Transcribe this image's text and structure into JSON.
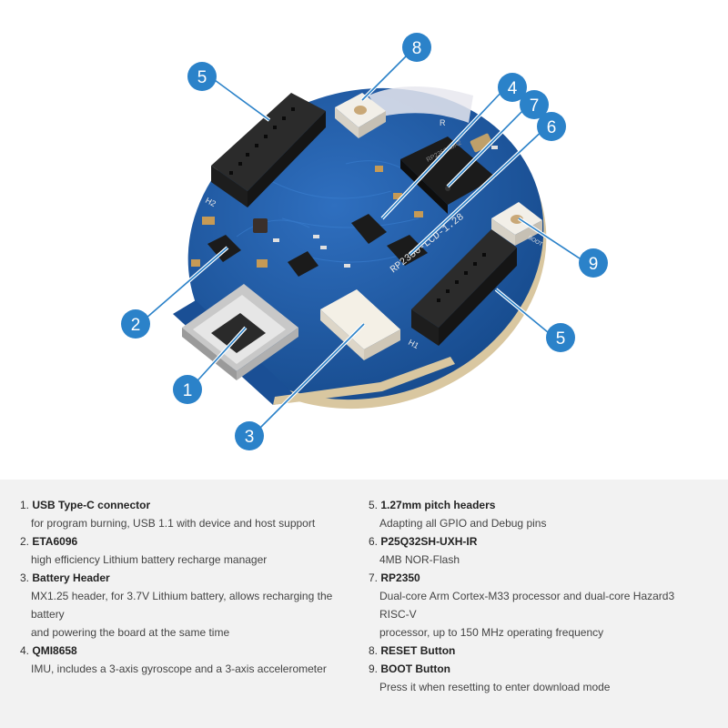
{
  "board": {
    "silkscreen_model": "RP2350-LCD-1.28",
    "silkscreen_h1": "H1",
    "silkscreen_h2": "H2",
    "silkscreen_boot": "BOOT",
    "silkscreen_rst": "R",
    "chip_marking": "RP2350A0A2"
  },
  "callouts": [
    {
      "number": "1"
    },
    {
      "number": "2"
    },
    {
      "number": "3"
    },
    {
      "number": "4"
    },
    {
      "number": "5"
    },
    {
      "number": "5"
    },
    {
      "number": "6"
    },
    {
      "number": "7"
    },
    {
      "number": "8"
    },
    {
      "number": "9"
    }
  ],
  "colors": {
    "callout_badge": "#2b82c9",
    "pcb": "#1f5aa8",
    "header": "#2a2a2a"
  },
  "legend": {
    "left": [
      {
        "num": "1.",
        "title": "USB Type-C connector",
        "desc": [
          "for program burning, USB 1.1 with device and host support"
        ]
      },
      {
        "num": "2.",
        "title": "ETA6096",
        "desc": [
          "high efficiency Lithium battery recharge manager"
        ]
      },
      {
        "num": "3.",
        "title": "Battery Header",
        "desc": [
          "MX1.25 header, for 3.7V Lithium battery, allows recharging the battery",
          "and powering the board at the same time"
        ]
      },
      {
        "num": "4.",
        "title": "QMI8658",
        "desc": [
          "IMU, includes a 3-axis gyroscope and a 3-axis accelerometer"
        ]
      }
    ],
    "right": [
      {
        "num": "5.",
        "title": "1.27mm pitch headers",
        "desc": [
          "Adapting all GPIO and Debug pins"
        ]
      },
      {
        "num": "6.",
        "title": "P25Q32SH-UXH-IR",
        "desc": [
          "4MB NOR-Flash"
        ]
      },
      {
        "num": "7.",
        "title": "RP2350",
        "desc": [
          "Dual-core Arm Cortex-M33 processor and dual-core Hazard3 RISC-V",
          "processor, up to 150 MHz operating frequency"
        ]
      },
      {
        "num": "8.",
        "title": "RESET Button",
        "desc": []
      },
      {
        "num": "9.",
        "title": "BOOT Button",
        "desc": [
          "Press it when resetting to enter download mode"
        ]
      }
    ]
  }
}
